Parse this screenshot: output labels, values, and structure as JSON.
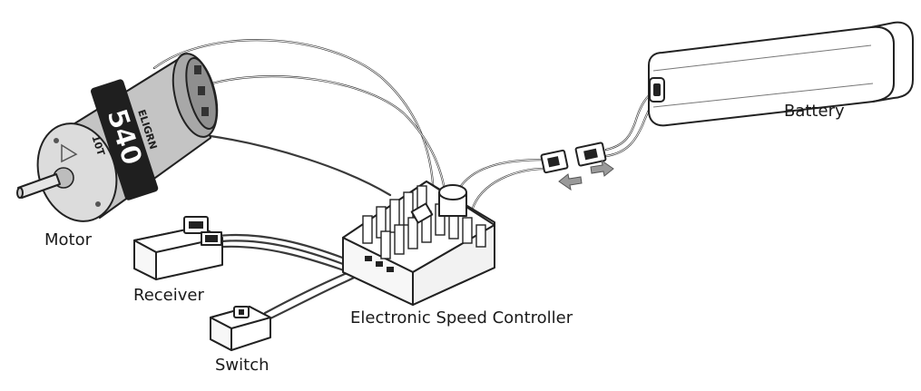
{
  "labels": {
    "battery": "Battery",
    "motor": "Motor",
    "receiver": "Receiver",
    "esc": "Electronic Speed Controller",
    "switch": "Switch"
  },
  "motor_text": {
    "brand": "ELIGRN",
    "model": "540",
    "turns": "10T"
  },
  "colors": {
    "line": "#222222",
    "motor_can": "#c4c4c4",
    "body_fill": "#ffffff",
    "arrow_fill": "#9a9a9a"
  }
}
